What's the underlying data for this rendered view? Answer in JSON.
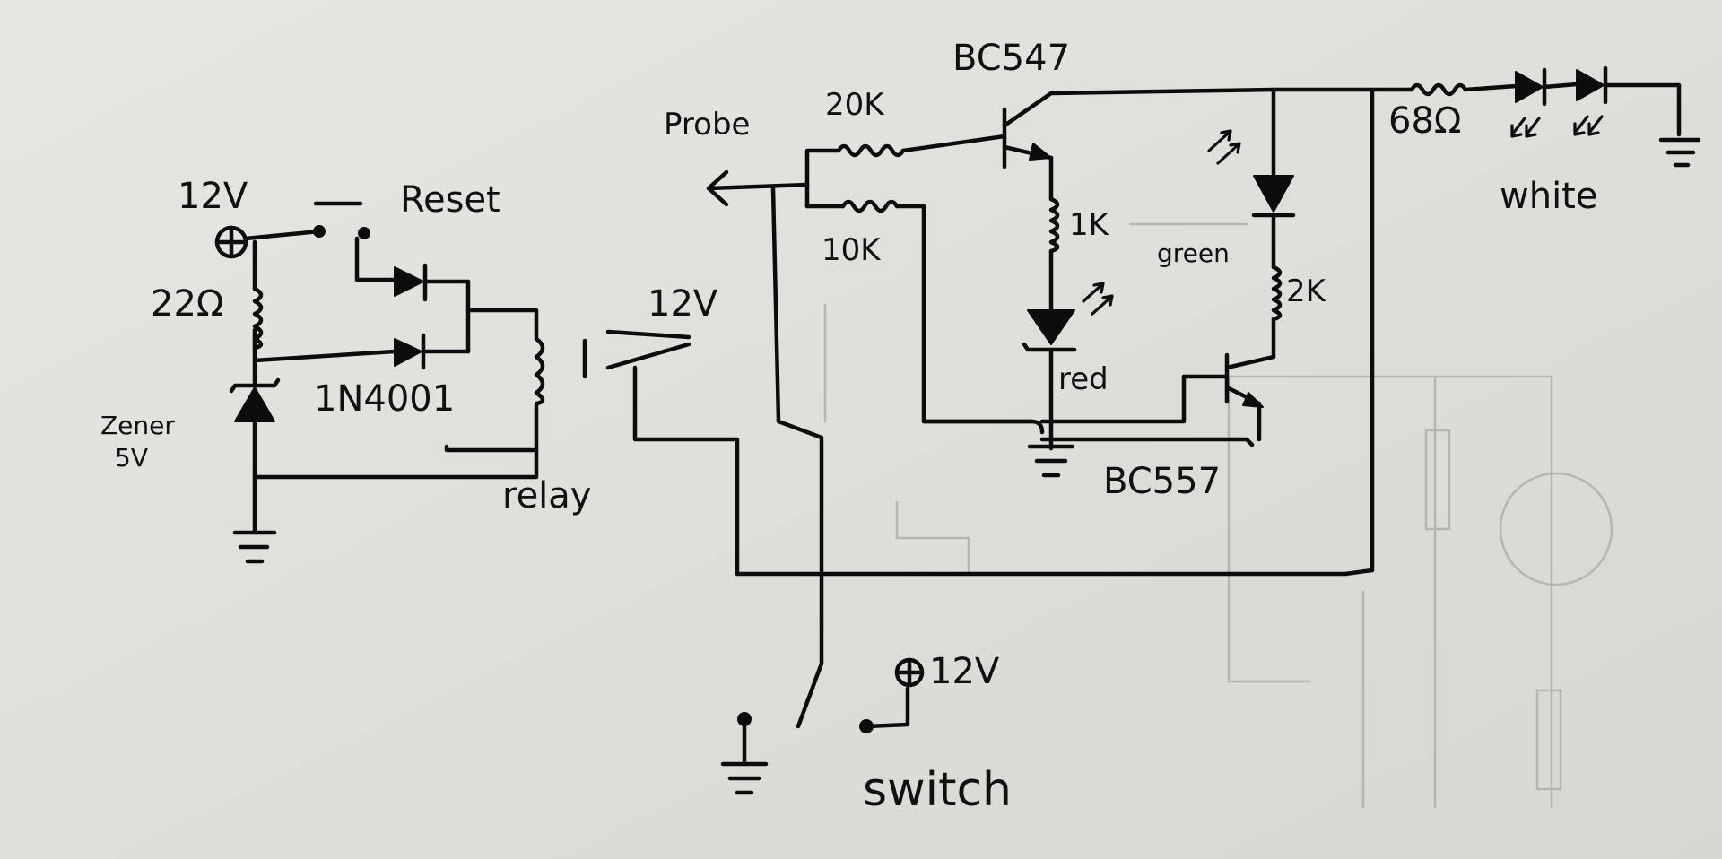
{
  "labels": {
    "v12_left": "12V",
    "reset": "Reset",
    "r22": "22Ω",
    "zener": "Zener",
    "zener_v": "5V",
    "diode_type": "1N4001",
    "relay": "relay",
    "v12_relay": "12V",
    "probe": "Probe",
    "r20k": "20K",
    "r10k": "10K",
    "bc547": "BC547",
    "r1k": "1K",
    "led_red": "red",
    "led_green": "green",
    "r2k": "2K",
    "bc557": "BC557",
    "r68": "68Ω",
    "led_white": "white",
    "v12_switch": "12V",
    "switch": "switch"
  },
  "colors": {
    "ink": "#0c0c0c",
    "paper": "#e3e4e0",
    "ghost": "#b4b6b2"
  }
}
